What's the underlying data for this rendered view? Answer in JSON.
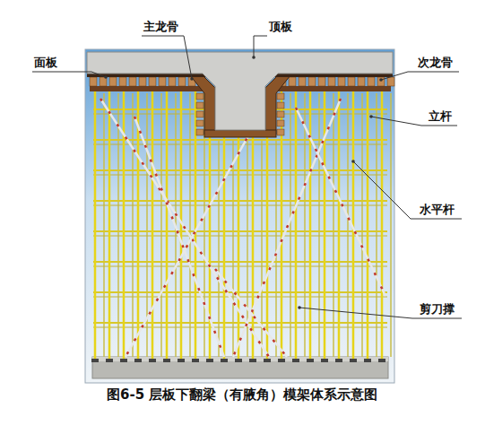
{
  "diagram": {
    "caption": "图6-5 层板下翻梁（有腋角）模架体系示意图",
    "labels": [
      "主龙骨",
      "顶板",
      "面板",
      "次龙骨",
      "立杆",
      "水平杆",
      "剪刀撑"
    ]
  }
}
